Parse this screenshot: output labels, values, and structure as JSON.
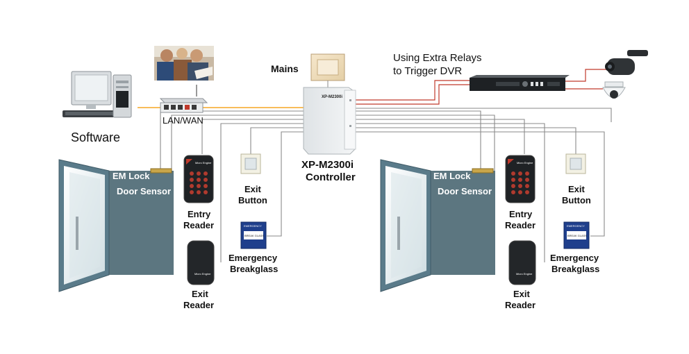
{
  "labels": {
    "software": "Software",
    "lan_wan": "LAN/WAN",
    "mains": "Mains",
    "relay_line1": "Using Extra Relays",
    "relay_line2": "to Trigger DVR",
    "controller_line1": "XP-M2300i",
    "controller_line2": "Controller",
    "controller_badge": "XP-M2300i",
    "em_lock": "EM Lock",
    "door_sensor": "Door Sensor",
    "entry_reader_line1": "Entry",
    "entry_reader_line2": "Reader",
    "exit_reader_line1": "Exit",
    "exit_reader_line2": "Reader",
    "exit_button_line1": "Exit",
    "exit_button_line2": "Button",
    "breakglass_line1": "Emergency",
    "breakglass_line2": "Breakglass",
    "breakglass_sign_line1": "EMERGENCY",
    "breakglass_sign_line2": "BREAK GLASS",
    "reader_brand": "Micro Engine"
  },
  "colors": {
    "door_body": "#5c7680",
    "door_frame": "#5a7b8a",
    "door_glass": "#e6eef0",
    "wire_gray": "#8a8a8a",
    "wire_orange": "#f5a623",
    "wire_red": "#c0392b",
    "controller": "#e9ecee",
    "breakglass": "#1f3f8c"
  },
  "icons": [
    "computer-icon",
    "people-photo",
    "network-switch-icon",
    "power-supply-icon",
    "dvr-recorder-icon",
    "bullet-camera-icon",
    "dome-camera-icon",
    "em-lock-icon",
    "keypad-reader-icon",
    "card-reader-icon",
    "exit-button-icon",
    "breakglass-icon"
  ]
}
